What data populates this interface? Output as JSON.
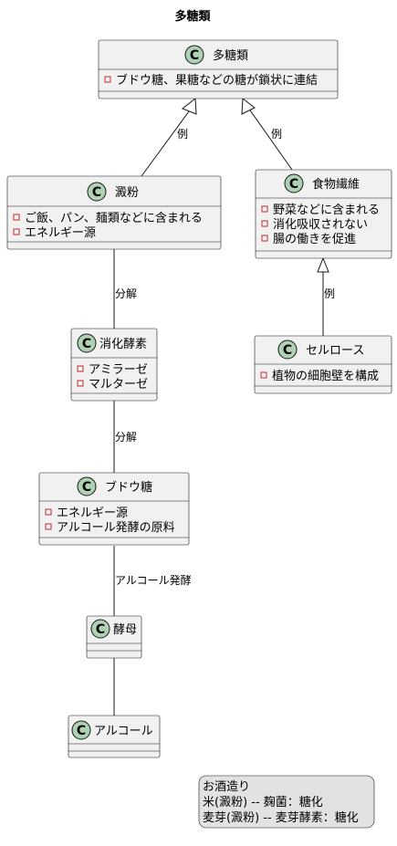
{
  "title": "多糖類",
  "classes": {
    "polysaccharide": {
      "name": "多糖類",
      "attributes": [
        "ブドウ糖、果糖などの糖が鎖状に連結"
      ]
    },
    "starch": {
      "name": "澱粉",
      "attributes": [
        "ご飯、パン、麺類などに含まれる",
        "エネルギー源"
      ]
    },
    "fiber": {
      "name": "食物繊維",
      "attributes": [
        "野菜などに含まれる",
        "消化吸収されない",
        "腸の働きを促進"
      ]
    },
    "enzyme": {
      "name": "消化酵素",
      "attributes": [
        "アミラーゼ",
        "マルターゼ"
      ]
    },
    "cellulose": {
      "name": "セルロース",
      "attributes": [
        "植物の細胞壁を構成"
      ]
    },
    "glucose": {
      "name": "ブドウ糖",
      "attributes": [
        "エネルギー源",
        "アルコール発酵の原料"
      ]
    },
    "yeast": {
      "name": "酵母",
      "attributes": []
    },
    "alcohol": {
      "name": "アルコール",
      "attributes": []
    }
  },
  "class_icon_letter": "C",
  "edges": {
    "poly_starch": "例",
    "poly_fiber": "例",
    "fiber_cellulose": "例",
    "starch_enzyme": "分解",
    "enzyme_glucose": "分解",
    "glucose_yeast": "アルコール発酵",
    "yeast_alcohol": ""
  },
  "note": {
    "lines": [
      "お酒造り",
      "米(澱粉) -- 麹菌：糖化",
      "麦芽(澱粉) -- 麦芽酵素：糖化"
    ]
  },
  "colors": {
    "class_fill": "#f1f1f1",
    "class_icon": "#add1b2",
    "note_fill": "#e2e2e2",
    "attr_marker": "#c82930"
  }
}
